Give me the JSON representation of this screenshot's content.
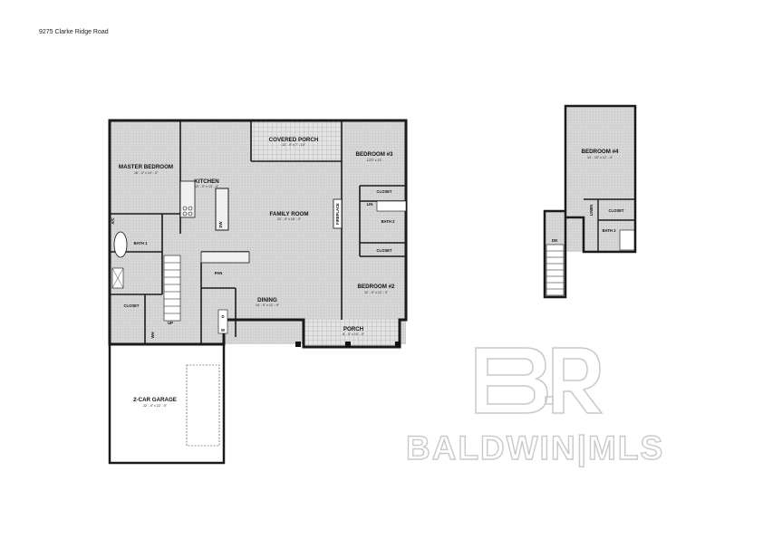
{
  "address": "9275 Clarke Ridge Road",
  "rooms": {
    "master_bedroom": {
      "label": "MASTER BEDROOM",
      "dim": "16' - 0\" x 14' - 4\""
    },
    "kitchen": {
      "label": "KITCHEN",
      "dim": "13' - 0\" x 13' - 4\""
    },
    "covered_porch": {
      "label": "COVERED PORCH",
      "dim": "13' - 0\" x 7' - 10\""
    },
    "family_room": {
      "label": "FAMILY ROOM",
      "dim": "22' - 0\" x 18' - 4\""
    },
    "bedroom3": {
      "label": "BEDROOM #3",
      "dim": "12'0\" x 13'"
    },
    "bedroom2": {
      "label": "BEDROOM #2",
      "dim": "12' - 0\" x 12' - 3\""
    },
    "dining": {
      "label": "DINING",
      "dim": "14' - 0\" x 12' - 9\""
    },
    "porch": {
      "label": "PORCH",
      "dim": "8' - 0\" x 10' - 0\""
    },
    "garage": {
      "label": "2-CAR GARAGE",
      "dim": "22' - 0\" x 22' - 0\""
    },
    "bedroom4": {
      "label": "BEDROOM #4",
      "dim": "13' - 10\" x 12' - 4\""
    }
  },
  "small_labels": {
    "bath1": "BATH 1",
    "bath2": "BATH 2",
    "bath3": "BATH 3",
    "closet": "CLOSET",
    "closet_b3": "CLOSET",
    "closet_b2": "CLOSET",
    "closet_b4": "CLOSET",
    "fireplace": "FIREPLACE",
    "pan": "PAN",
    "up": "UP",
    "dn": "DN",
    "lin": "LIN",
    "lin2": "LINEN",
    "w": "W",
    "d": "D",
    "dw": "DW",
    "wh": "WH",
    "ac": "A/C"
  },
  "watermark": {
    "text": "BALDWIN|MLS",
    "mark": "BR"
  },
  "colors": {
    "floor": "#d4d4d4",
    "wall": "#1a1a1a",
    "watermark": "#c9c9c9"
  }
}
